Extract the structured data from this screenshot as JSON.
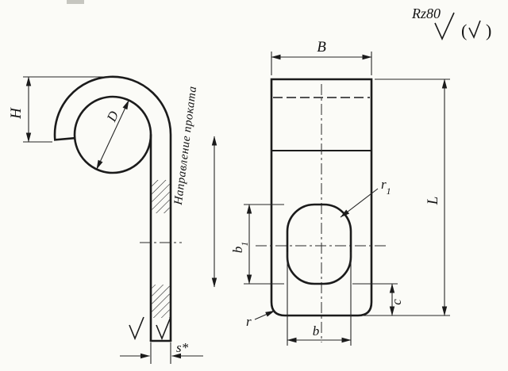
{
  "roughness": {
    "value": "Rz80",
    "paren_open": "(",
    "paren_close": ")"
  },
  "left_view": {
    "height_label": "H",
    "diameter_label": "D",
    "thickness_label": "s*",
    "rolling_direction": "Направление проката"
  },
  "right_view": {
    "width_label": "B",
    "length_label": "L",
    "slot_width_label": "b",
    "slot_height_label": {
      "base": "b",
      "sub": "1"
    },
    "slot_corner_radius_label": {
      "base": "r",
      "sub": "1"
    },
    "corner_radius_label": "r",
    "edge_offset_label": "c"
  }
}
